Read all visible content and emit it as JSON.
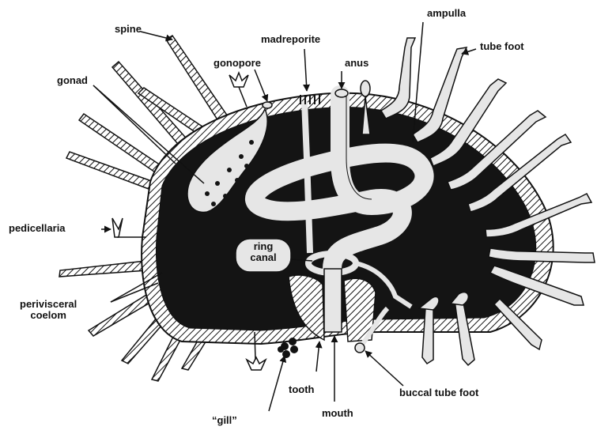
{
  "figure": {
    "description_colors": {
      "body_fill": "#141414",
      "organ_fill": "#e6e6e6",
      "outline": "#111111",
      "background": "#ffffff"
    },
    "labels": {
      "spine": "spine",
      "gonad": "gonad",
      "gonopore": "gonopore",
      "madreporite": "madreporite",
      "anus": "anus",
      "ampulla": "ampulla",
      "tube_foot": "tube foot",
      "pedicellaria": "pedicellaria",
      "ring_canal_line1": "ring",
      "ring_canal_line2": "canal",
      "perivisceral_line1": "perivisceral",
      "perivisceral_line2": "coelom",
      "tooth": "tooth",
      "gill": "“gill”",
      "mouth": "mouth",
      "buccal_tube_foot": "buccal tube foot"
    }
  }
}
